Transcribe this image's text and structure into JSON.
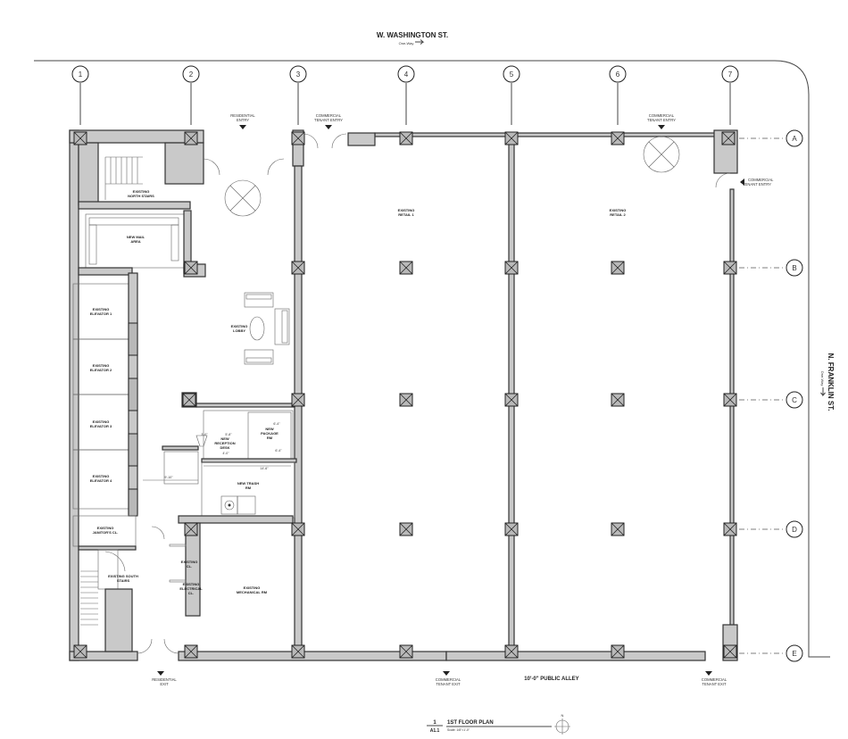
{
  "streets": {
    "top": "W. WASHINGTON ST.",
    "top_oneway": "One-Way",
    "right": "N. FRANKLIN ST.",
    "right_oneway": "One-Way",
    "alley": "10'-0\" PUBLIC ALLEY"
  },
  "grid_columns": [
    "1",
    "2",
    "3",
    "4",
    "5",
    "6",
    "7"
  ],
  "grid_rows": [
    "A",
    "B",
    "C",
    "D",
    "E"
  ],
  "entries": {
    "residential_entry": [
      "RESIDENTIAL",
      "ENTRY"
    ],
    "commercial_entry_1": [
      "COMMERCIAL",
      "TENANT ENTRY"
    ],
    "commercial_entry_2": [
      "COMMERCIAL",
      "TENANT ENTRY"
    ],
    "commercial_entry_side": [
      "COMMERCIAL",
      "TENANT ENTRY"
    ],
    "residential_exit": [
      "RESIDENTIAL",
      "EXIT"
    ],
    "commercial_exit_1": [
      "COMMERCIAL",
      "TENANT EXIT"
    ],
    "commercial_exit_2": [
      "COMMERCIAL",
      "TENANT EXIT"
    ]
  },
  "rooms": {
    "north_stairs": [
      "EXISTING",
      "NORTH STAIRS"
    ],
    "mail_area": [
      "NEW MAIL",
      "AREA"
    ],
    "elevator_1": [
      "EXISTING",
      "ELEVATOR 1"
    ],
    "elevator_2": [
      "EXISTING",
      "ELEVATOR 2"
    ],
    "elevator_3": [
      "EXISTING",
      "ELEVATOR 3"
    ],
    "elevator_4": [
      "EXISTING",
      "ELEVATOR 4"
    ],
    "lobby": [
      "EXISTING",
      "LOBBY"
    ],
    "reception": [
      "NEW",
      "RECEPTION",
      "DESK"
    ],
    "package": [
      "NEW",
      "PACKAGE",
      "RM"
    ],
    "trash": [
      "NEW TRASH",
      "RM"
    ],
    "janitor": [
      "EXISTING",
      "JANITOR'S CL."
    ],
    "south_stairs": [
      "EXISTING SOUTH",
      "STAIRS"
    ],
    "existing_cl": [
      "EXISTING",
      "CL."
    ],
    "electrical": [
      "EXISTING",
      "ELECTRICAL",
      "CL."
    ],
    "mechanical": [
      "EXISTING",
      "MECHANICAL RM"
    ],
    "retail_1": [
      "EXISTING",
      "RETAIL 1"
    ],
    "retail_2": [
      "EXISTING",
      "RETAIL 2"
    ]
  },
  "dims": {
    "trash_w": "14'-6\"",
    "corridor": "9'-10\"",
    "pkg_a": "6'-4\"",
    "pkg_b": "6'-4\"",
    "rec_a": "3'-0\"",
    "rec_b": "5'-8\"",
    "rec_c": "4'-0\""
  },
  "title_block": {
    "number": "1",
    "sheet": "A1.1",
    "title": "1ST FLOOR PLAN",
    "scale": "Scale: 1/8\"=1'-0\"",
    "north": "N"
  }
}
